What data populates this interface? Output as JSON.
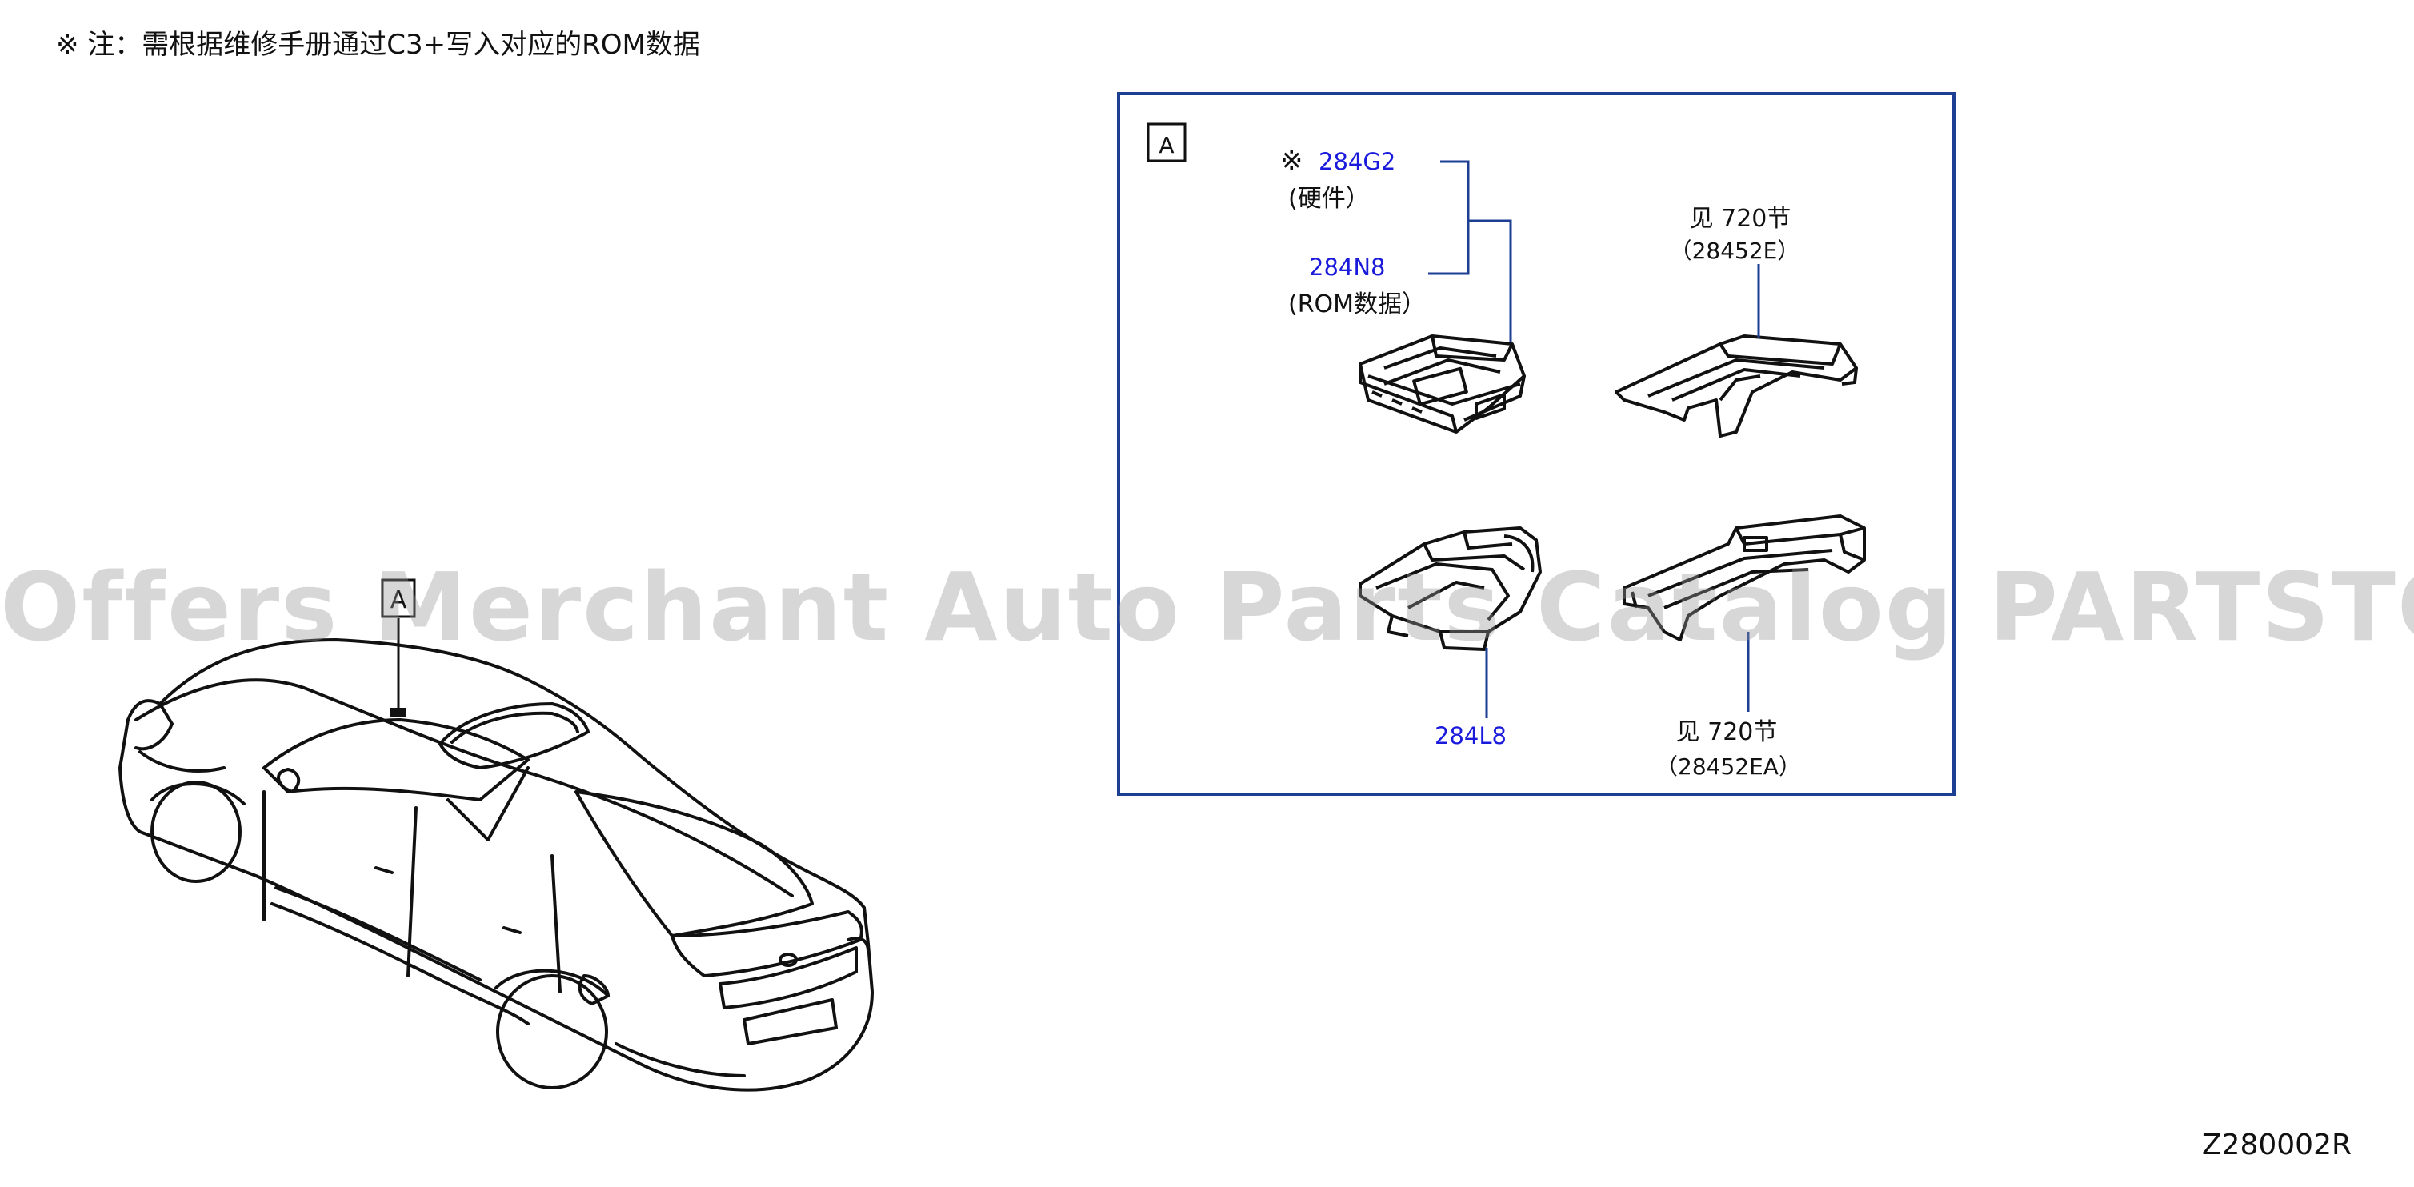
{
  "note": "※ 注：需根据维修手册通过C3+写入对应的ROM数据",
  "figure_code": "Z280002R",
  "watermark": "Offers Merchant Auto Parts Catalog PARTSTORE.SA",
  "car_callout": "A",
  "detail": {
    "label": "A",
    "parts": {
      "p284g2_mark": "※",
      "p284g2_code": "284G2",
      "p284g2_desc": "(硬件）",
      "p284n8_code": "284N8",
      "p284n8_desc": "(ROM数据）",
      "p28452e_ref": "见 720节",
      "p28452e_code": "（28452E）",
      "p284l8_code": "284L8",
      "p28452ea_ref": "见 720节",
      "p28452ea_code": "（28452EA）"
    }
  },
  "colors": {
    "callout_blue": "#1a1adc",
    "frame_blue": "#1c3f94",
    "line": "#111111"
  }
}
